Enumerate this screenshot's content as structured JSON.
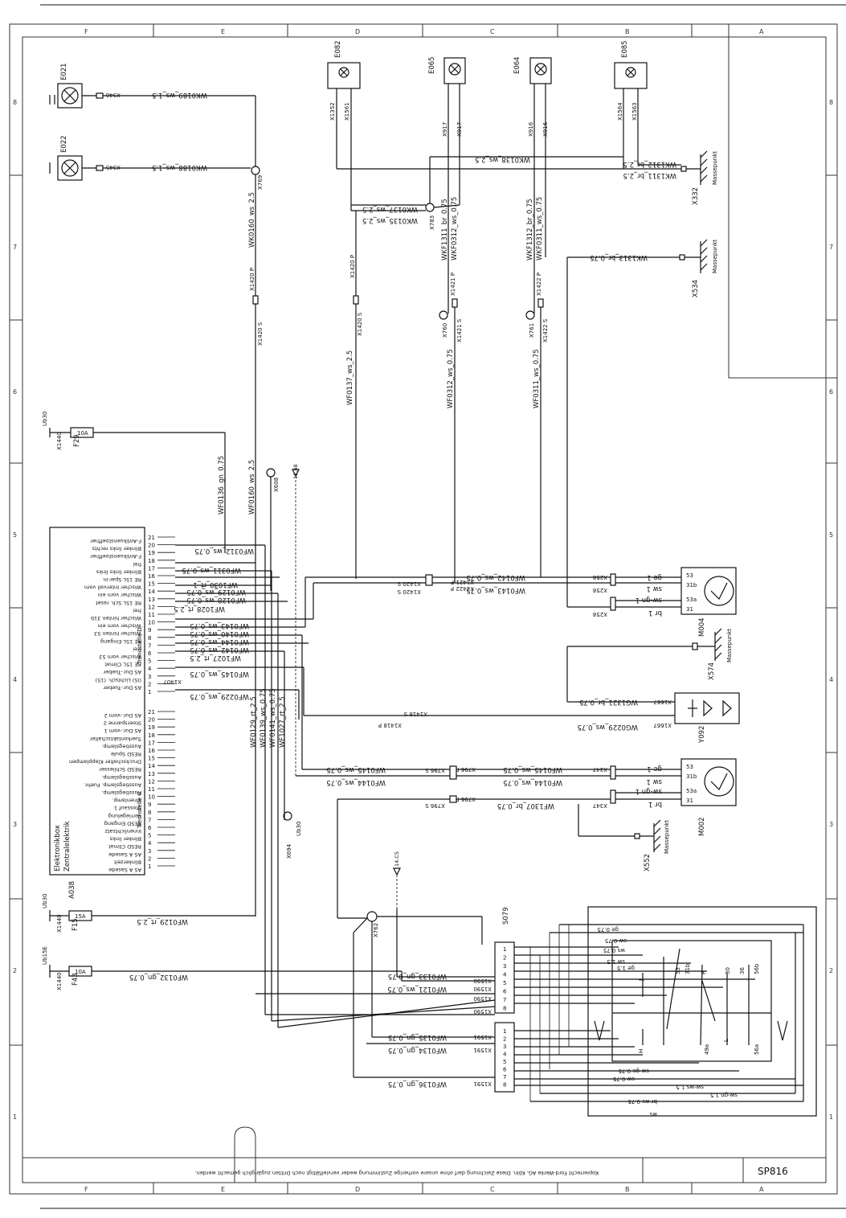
{
  "sheet": {
    "sheet_code": "SP816",
    "ruler_letters": [
      "F",
      "E",
      "D",
      "C",
      "B",
      "A"
    ],
    "ruler_numbers": [
      "1",
      "2",
      "3",
      "4",
      "5",
      "6",
      "7",
      "8"
    ],
    "footer_text": "Kopierrecht Ford-Werke AG, Köln. Diese Zeichnung darf ohne unsere vorherige Zustimmung weder vervielfältigt noch Dritten zugänglich gemacht werden."
  },
  "components": {
    "E021": "E021",
    "E022": "E022",
    "E082": "E082",
    "E065": "E065",
    "E064": "E064",
    "E085": "E085",
    "F29": "F29",
    "F15": "F15",
    "F43": "F43",
    "F29_rating": "10A",
    "F15_rating": "15A",
    "F43_rating": "10A",
    "A038": "A038",
    "A038_title_1": "Elektronikbox",
    "A038_title_2": "Zentralelektrik",
    "M004": "M004",
    "M002": "M002",
    "Y092": "Y092",
    "S079": "S079",
    "X574": "X574",
    "X552": "X552",
    "X332": "X332",
    "X534": "X534",
    "ground_label": "Massepunkt"
  },
  "terminals": {
    "ub30": "Ub30",
    "ub15e": "Ub15E",
    "x1440": "X1440",
    "x608": "X608",
    "x694": "X694",
    "x762": "X762",
    "x783": "X783",
    "x760": "X760",
    "x761": "X761",
    "x769": "X769",
    "x1420s": "X1420 S",
    "x1420p": "X1420 P",
    "x1421s": "X1421 S",
    "x1421p": "X1421 P",
    "x1422s": "X1422 S",
    "x1422p": "X1422 P",
    "x1352": "X1352",
    "x1561": "X1561",
    "x917": "X917",
    "x916": "X916",
    "x1564": "X1564",
    "x1563": "X1563",
    "x346": "X346",
    "x345": "X345",
    "x1407": "X1407",
    "x1418s": "X1418 S",
    "x1418p": "X1418 P",
    "x258": "X258",
    "x1667": "X1667",
    "x347": "X347",
    "x796p": "X796 P",
    "x796s": "X796 S",
    "x1590": "X1590",
    "x1591": "X1591",
    "pin_31": "31",
    "pin_53": "53",
    "pin_53a": "53a",
    "pin_31b": "31b",
    "pin_53b": "53b",
    "pin_30": "30",
    "pin_36": "36",
    "pin_56b": "56b",
    "pin_49a": "49a",
    "pin_56a": "56a",
    "pin_J": "J",
    "pin_H": "H",
    "pin_R": "R",
    "pin_L": "L"
  },
  "wires": {
    "wk0189": "WK0189_ws_1.5",
    "wk0188": "WK0188_ws_1.5",
    "wk0160": "WK0160_ws_2.5",
    "wf0136": "WF0136_gn_0.75",
    "wf0160": "WF0160_ws_2.5",
    "wk0137": "WK0137_ws_2.5",
    "wk0135": "WK0135_ws_2.5",
    "wk0138": "WK0138_ws_2.5",
    "wk1311_top": "WK1311_br_2.5",
    "wk1312_top": "WK1312_br_2.5",
    "wkf1311": "WKF1311_br_0.75",
    "wkf0312": "WKF0312_ws_0.75",
    "wkf1312": "WKF1312_br_0.75",
    "wkf0311": "WKF0311_ws_0.75",
    "wk1313": "WK1313_br_0.75",
    "wf0137": "WF0137_ws_2.5",
    "wf0312": "WF0312_ws_0.75",
    "wf0311": "WF0311_ws_0.75",
    "wf0312b": "WF0312_ws_0.75",
    "wf0311b": "WF0311_ws_0.75",
    "wf1030": "WF1030_rt_1",
    "wf0129b": "WF0129_ws_0.75",
    "wf0128": "WF0128_ws_0.75",
    "wf1028": "WF1028_rt_2.5",
    "wf0143": "WF0143_ws_0.75",
    "wf0140": "WF0140_ws_0.75",
    "wf0144": "WF0144_ws_0.75",
    "wf0142": "WF0142_ws_0.75",
    "wf1027": "WF1027_rt_2.5",
    "wf0145": "WF0145_ws_0.75",
    "wf0229": "WF0229_ws_0.75",
    "wf0142r": "WF0142_ws_0.75",
    "wf0143r": "WF0143_ws_0.75",
    "wg1321": "WG1321_br_0.75",
    "wg0229": "WG0229_ws_0.75",
    "wf0145r": "WF0145_ws_0.75",
    "wf0144r": "WF0144_ws_0.75",
    "wf1307": "WF1307_br_0.75",
    "wf0129v": "WF0129_rt_2.5",
    "wf0139v": "WF0139_ws_0.75",
    "wf0141v": "WF0141_ws_0.75",
    "wf1027v": "WF1027_rt_2.5",
    "wf0129f15": "WF0129_rt_2.5",
    "wf0132": "WF0132_gn_0.75",
    "wf0133": "WF0133_gn_0.75",
    "wf0121": "WF0121_ws_0.75",
    "wf0135": "WF0135_gn_0.75",
    "wf0134": "WF0134_gn_0.75",
    "sw1": "sw 1",
    "ge1": "ge 1",
    "br1": "br 1",
    "swgn1": "sw-gn 1",
    "ge075": "ge 0.75",
    "sw075": "sw 0.75",
    "ws075": "ws 0.75",
    "sw15": "sw 1.5",
    "ge15": "ge 1.5",
    "br075": "br-ws 0.75",
    "swws15": "sw-ws 1.5",
    "swgn15": "sw-gn 1.5",
    "swge075": "sw-ge 0.75",
    "ws": "ws"
  },
  "a038_upper_pins": [
    {
      "n": "21",
      "label": "F-Antikuenstoeffner"
    },
    {
      "n": "20",
      "label": "Blinker links rechts"
    },
    {
      "n": "19",
      "label": "F-Antikuenstoeffner"
    },
    {
      "n": "18",
      "label": "frei"
    },
    {
      "n": "17",
      "label": "Blinker links links"
    },
    {
      "n": "16",
      "label": "RE 15L Spar-in"
    },
    {
      "n": "15",
      "label": "Wischer Intervall vorn"
    },
    {
      "n": "14",
      "label": "Wischer vorn ein"
    },
    {
      "n": "13",
      "label": "RE 15L Sch. reset"
    },
    {
      "n": "12",
      "label": "frei"
    },
    {
      "n": "11",
      "label": "Wischer hinten 31b"
    },
    {
      "n": "10",
      "label": "Wischer vorn ein"
    },
    {
      "n": "9",
      "label": "Wischer hinten 53"
    },
    {
      "n": "8",
      "label": "RE 15L Eingang"
    },
    {
      "n": "7",
      "label": "frei"
    },
    {
      "n": "6",
      "label": "Wischer vorn 53"
    },
    {
      "n": "5",
      "label": "RE 15L Climat"
    },
    {
      "n": "4",
      "label": "AS Dur.-Tueber"
    },
    {
      "n": "3",
      "label": "(IS) Lichtsch. (15)"
    },
    {
      "n": "2",
      "label": "AS Dur.-Tueber"
    },
    {
      "n": "1",
      "label": ""
    }
  ],
  "a038_lower_pins": [
    {
      "n": "21",
      "label": "AS Dur.-vom 2"
    },
    {
      "n": "20",
      "label": "Stoerspanne 2"
    },
    {
      "n": "19",
      "label": "AS Dur.-vom 1"
    },
    {
      "n": "18",
      "label": "Tuerkontaktschalter"
    },
    {
      "n": "17",
      "label": "Ausstiegslamp."
    },
    {
      "n": "16",
      "label": "RESD Spule"
    },
    {
      "n": "15",
      "label": "Druckschalter Klapplampen"
    },
    {
      "n": "14",
      "label": "RESD Schliesser"
    },
    {
      "n": "13",
      "label": "Ausstiegslamp."
    },
    {
      "n": "12",
      "label": "Ausstiegslamp. Fuehr."
    },
    {
      "n": "11",
      "label": "Ausstiegslamp."
    },
    {
      "n": "10",
      "label": "Innenlamp."
    },
    {
      "n": "9",
      "label": "Stossauf 1"
    },
    {
      "n": "8",
      "label": "Verriegelung"
    },
    {
      "n": "7",
      "label": "RESD Eingang"
    },
    {
      "n": "6",
      "label": "Innenlichtsatz"
    },
    {
      "n": "5",
      "label": "Blinker links"
    },
    {
      "n": "4",
      "label": "RESD Climat"
    },
    {
      "n": "3",
      "label": "AS A Sasede"
    },
    {
      "n": "2",
      "label": "Blinkerzeit"
    },
    {
      "n": "1",
      "label": "AS A Sasede"
    }
  ],
  "trennstelle": {
    "d": "Trennstelle D",
    "c": "Trennstelle C"
  },
  "s079_upper_pins": [
    "1",
    "2",
    "3",
    "4",
    "5",
    "6",
    "7",
    "8"
  ],
  "s079_lower_pins": [
    "1",
    "2",
    "3",
    "4",
    "5",
    "6",
    "7",
    "8"
  ],
  "refs": {
    "ref1": "12.48",
    "ref2": "14.C5"
  }
}
